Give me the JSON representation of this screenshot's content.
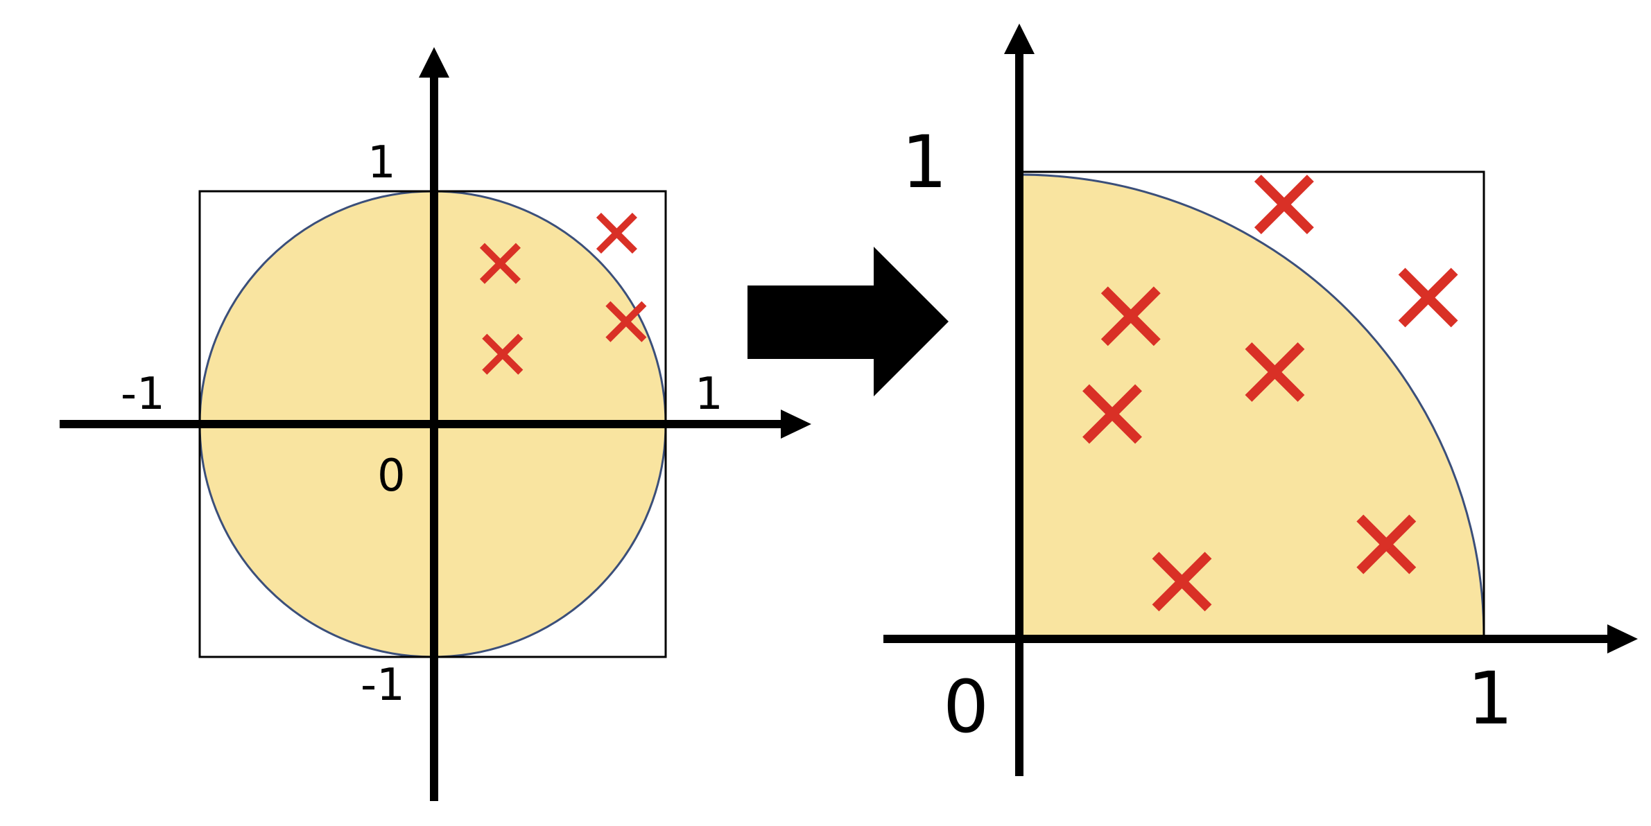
{
  "colors": {
    "fill": "#f9e4a0",
    "outline": "#3b4f7a",
    "axis": "#000000",
    "marker": "#d93026",
    "box": "#000000"
  },
  "left_panel": {
    "labels": {
      "top": "1",
      "left": "-1",
      "right": "1",
      "origin": "0",
      "bottom": "-1"
    },
    "points": [
      {
        "x": 0.29,
        "y": 0.69
      },
      {
        "x": 0.79,
        "y": 0.82
      },
      {
        "x": 0.83,
        "y": 0.44
      },
      {
        "x": 0.3,
        "y": 0.3
      }
    ]
  },
  "arrow": {
    "icon": "right-arrow-icon"
  },
  "right_panel": {
    "labels": {
      "y_one": "1",
      "origin": "0",
      "x_one": "1"
    },
    "points": [
      {
        "x": 0.57,
        "y": 0.93
      },
      {
        "x": 0.88,
        "y": 0.73
      },
      {
        "x": 0.24,
        "y": 0.69
      },
      {
        "x": 0.55,
        "y": 0.57
      },
      {
        "x": 0.2,
        "y": 0.48
      },
      {
        "x": 0.79,
        "y": 0.2
      },
      {
        "x": 0.35,
        "y": 0.12
      }
    ]
  }
}
